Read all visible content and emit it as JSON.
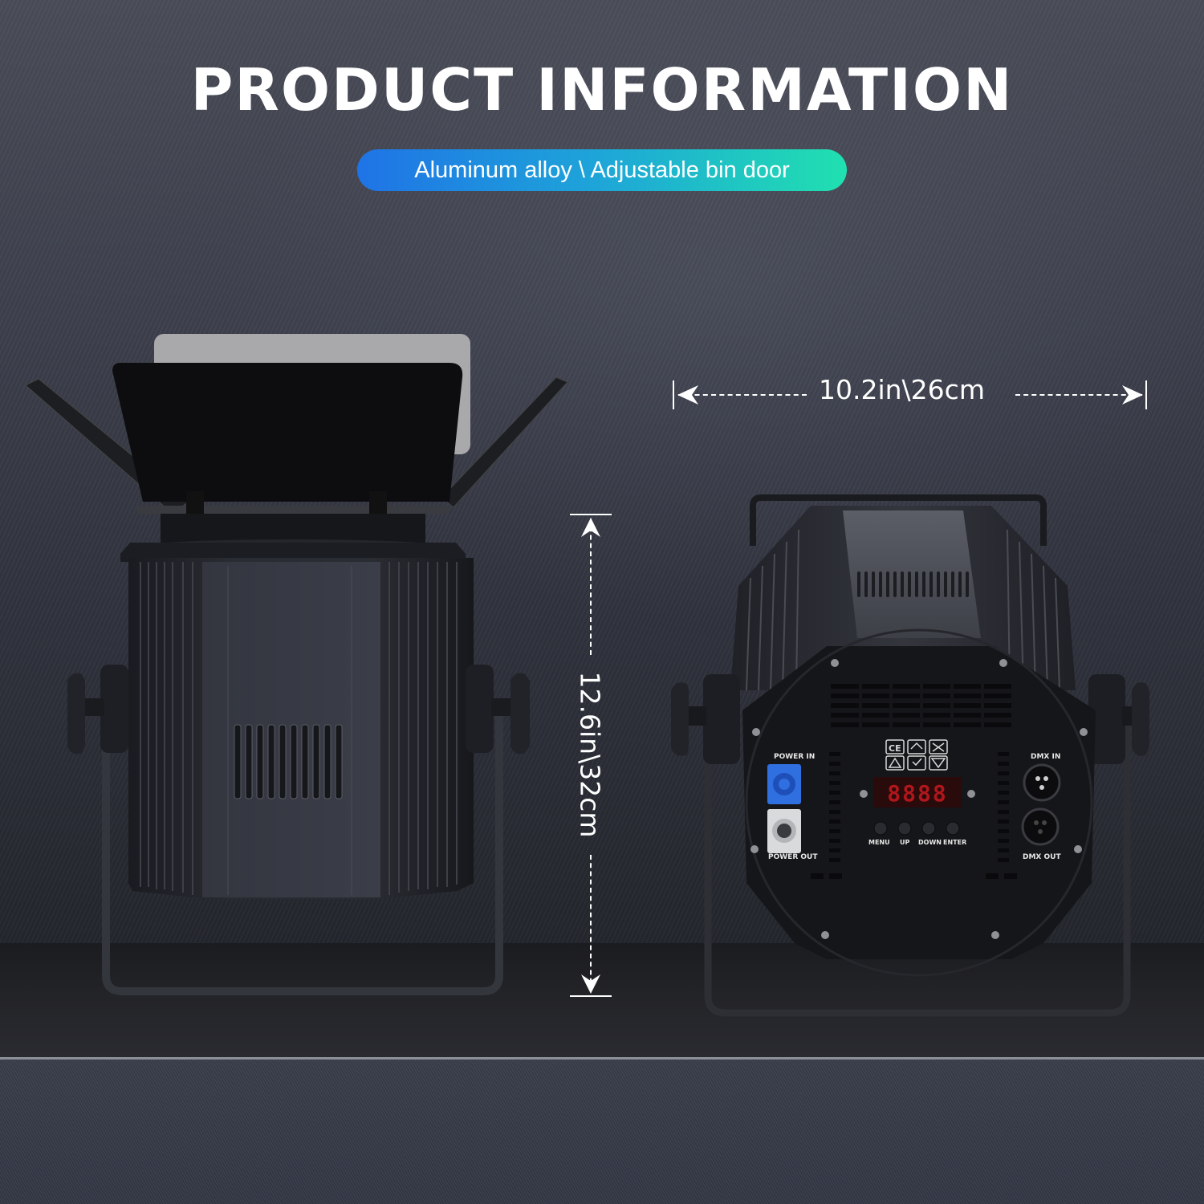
{
  "header": {
    "title": "PRODUCT INFORMATION",
    "subtitle": "Aluminum alloy \\ Adjustable bin door"
  },
  "dimensions": {
    "width": "10.2in\\26cm",
    "height": "12.6in\\32cm"
  },
  "rear_panel": {
    "power_in": "POWER IN",
    "power_out": "POWER OUT",
    "dmx_in": "DMX IN",
    "dmx_out": "DMX OUT",
    "buttons": [
      "MENU",
      "UP",
      "DOWN",
      "ENTER"
    ],
    "display": "8888",
    "certifications": [
      "CE",
      "indoor-use",
      "WEEE",
      "warning",
      "RoHS",
      "F-mark"
    ]
  },
  "colors": {
    "pill_start": "#1f73e6",
    "pill_end": "#20e0b0",
    "power_in_connector": "#2f6fe0",
    "power_out_connector": "#d9dadc",
    "display_red": "#c0181c"
  }
}
